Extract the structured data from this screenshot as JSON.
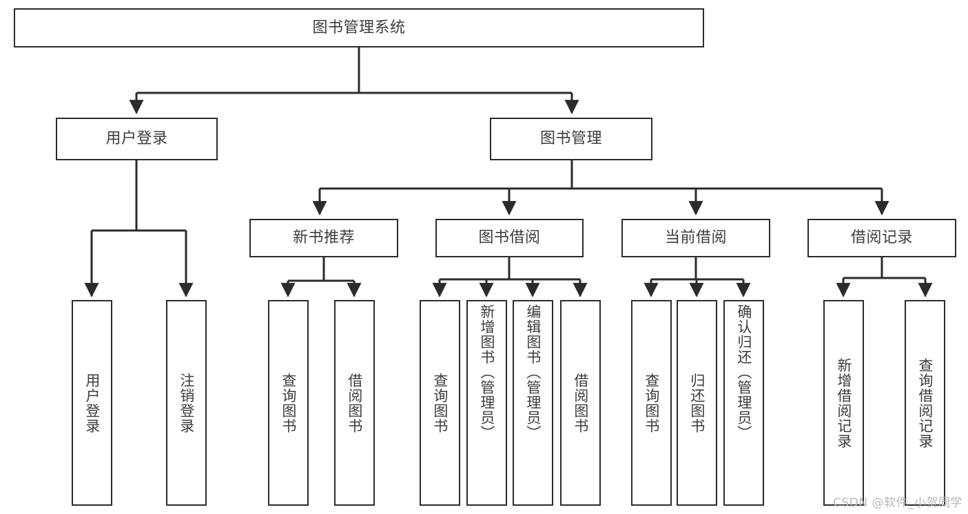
{
  "diagram": {
    "title": "图书管理系统",
    "root": {
      "label": "图书管理系统"
    },
    "level2": [
      {
        "label": "用户登录"
      },
      {
        "label": "图书管理"
      }
    ],
    "level3": [
      {
        "label": "新书推荐"
      },
      {
        "label": "图书借阅"
      },
      {
        "label": "当前借阅"
      },
      {
        "label": "借阅记录"
      }
    ],
    "leaves": {
      "user_login": [
        {
          "label": "用户登录"
        },
        {
          "label": "注销登录"
        }
      ],
      "new_book_recommend": [
        {
          "label": "查询图书"
        },
        {
          "label": "借阅图书"
        }
      ],
      "book_borrow": [
        {
          "label": "查询图书"
        },
        {
          "label": "新增图书（管理员）"
        },
        {
          "label": "编辑图书（管理员）"
        },
        {
          "label": "借阅图书"
        }
      ],
      "current_borrow": [
        {
          "label": "查询图书"
        },
        {
          "label": "归还图书"
        },
        {
          "label": "确认归还（管理员）"
        }
      ],
      "borrow_record": [
        {
          "label": "新增借阅记录"
        },
        {
          "label": "查询借阅记录"
        }
      ]
    }
  },
  "watermark": {
    "text": "CSDN @软件_小贺同学"
  },
  "colors": {
    "stroke": "#2b2b2b",
    "text": "#3c3c3c",
    "background": "#ffffff",
    "watermark": "#b9b9b9"
  }
}
